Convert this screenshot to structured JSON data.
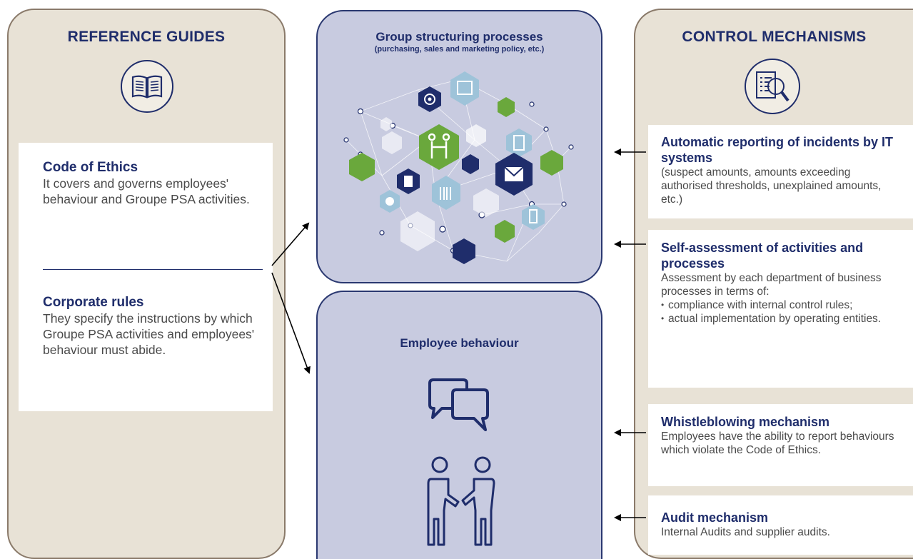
{
  "left_panel": {
    "title": "REFERENCE GUIDES",
    "icon": "book-icon",
    "code_of_ethics": {
      "title": "Code of Ethics",
      "text": "It covers and governs employees' behaviour and Groupe PSA activities."
    },
    "corporate_rules": {
      "title": "Corporate rules",
      "text": "They specify the instructions by which Groupe PSA activities and employees' behaviour must abide."
    }
  },
  "middle_top": {
    "title": "Group structuring processes",
    "subtitle": "(purchasing, sales and marketing policy, etc.)",
    "icon": "process-network-icon"
  },
  "middle_bottom": {
    "title": "Employee behaviour",
    "icons": [
      "speech-bubbles-icon",
      "handshake-people-icon"
    ]
  },
  "right_panel": {
    "title": "CONTROL MECHANISMS",
    "icon": "document-magnifier-icon",
    "items": [
      {
        "title": "Automatic reporting of incidents by IT systems",
        "text": "(suspect amounts, amounts exceeding authorised thresholds, unexplained amounts, etc.)"
      },
      {
        "title": "Self-assessment of activities and processes",
        "text": "Assessment by each department of business processes in terms of:",
        "bullets": [
          "compliance with internal control rules;",
          "actual implementation by operating entities."
        ]
      },
      {
        "title": "Whistleblowing mechanism",
        "text": "Employees have the ability to report behaviours which violate the Code of Ethics."
      },
      {
        "title": "Audit mechanism",
        "text": "Internal Audits and supplier audits."
      }
    ]
  },
  "colors": {
    "navy": "#1f2d6b",
    "beige": "#e8e2d6",
    "lavender": "#c8cbe0",
    "green": "#6aa83c",
    "light_blue": "#9ec3d9"
  }
}
